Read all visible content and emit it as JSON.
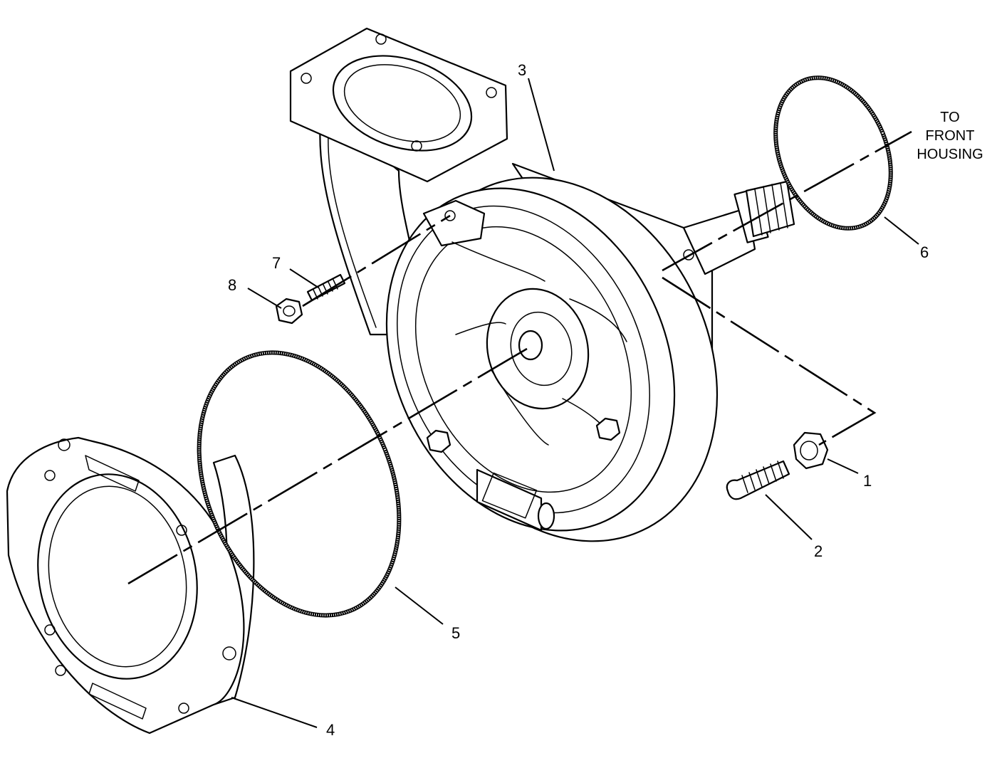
{
  "callouts": [
    {
      "id": "1",
      "text": "1"
    },
    {
      "id": "2",
      "text": "2"
    },
    {
      "id": "3",
      "text": "3"
    },
    {
      "id": "4",
      "text": "4"
    },
    {
      "id": "5",
      "text": "5"
    },
    {
      "id": "6",
      "text": "6"
    },
    {
      "id": "7",
      "text": "7"
    },
    {
      "id": "8",
      "text": "8"
    }
  ],
  "note": {
    "line1": "TO",
    "line2": "FRONT",
    "line3": "HOUSING"
  }
}
